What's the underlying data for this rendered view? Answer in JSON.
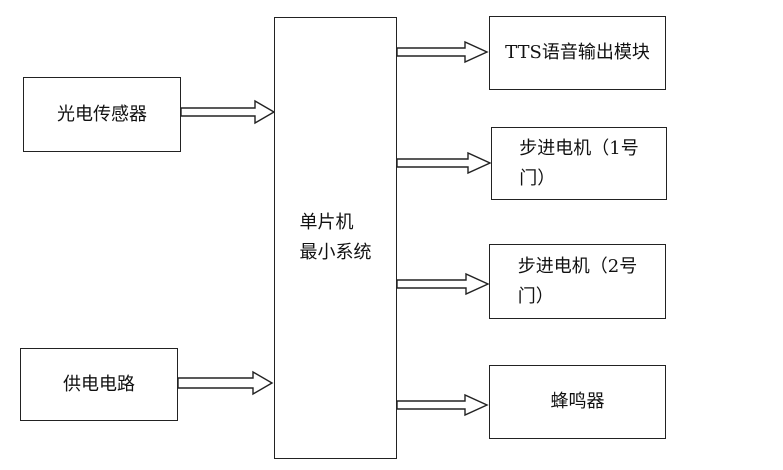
{
  "diagram": {
    "center": {
      "label": "单片机\n最小系统"
    },
    "inputs": [
      {
        "id": "photo-sensor",
        "label": "光电传感器"
      },
      {
        "id": "power-circuit",
        "label": "供电电路"
      }
    ],
    "outputs": [
      {
        "id": "tts-module",
        "label": "TTS语音输出模块"
      },
      {
        "id": "stepper-1",
        "label": "步进电机（1号\n门）"
      },
      {
        "id": "stepper-2",
        "label": "步进电机（2号\n门）"
      },
      {
        "id": "buzzer",
        "label": "蜂鸣器"
      }
    ]
  }
}
